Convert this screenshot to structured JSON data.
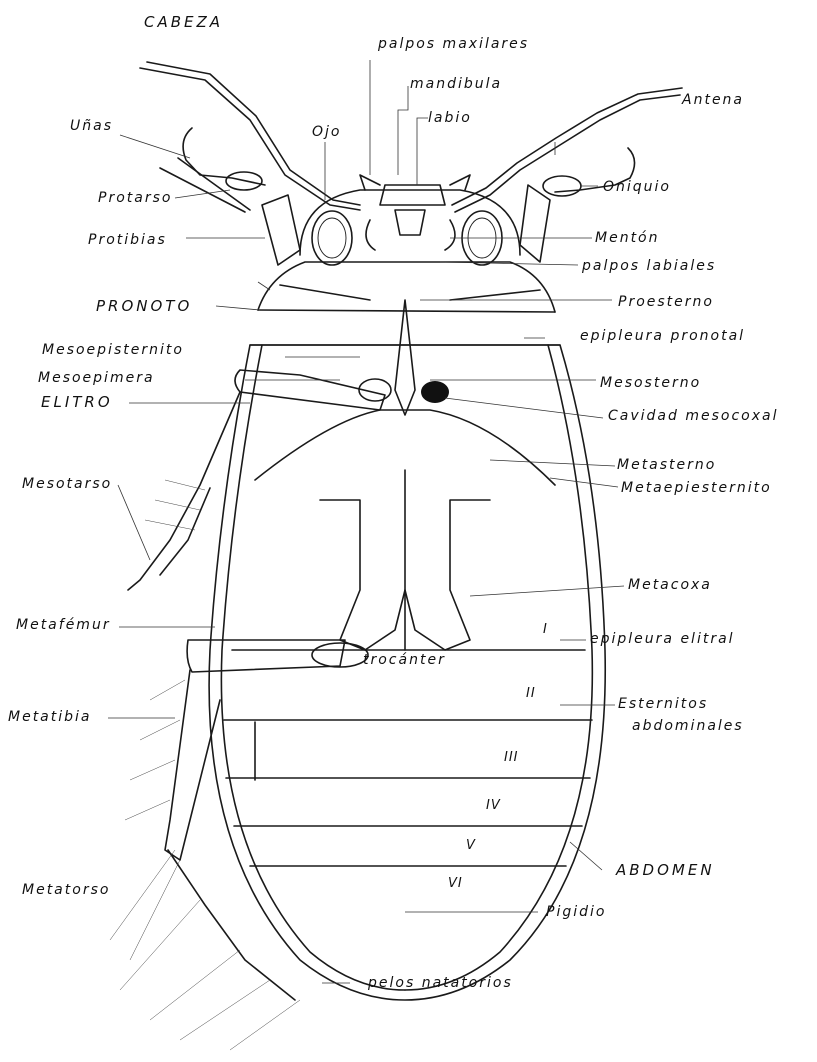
{
  "labels": {
    "cabeza": "CABEZA",
    "palpos_maxilares": "palpos maxilares",
    "mandibula": "mandibula",
    "antena": "Antena",
    "labio": "labio",
    "unas": "Uñas",
    "ojo": "Ojo",
    "protarso": "Protarso",
    "oniquio": "Oniquio",
    "protibias": "Protibias",
    "menton": "Mentón",
    "palpos_labiales": "palpos labiales",
    "pronoto": "PRONOTO",
    "proesterno": "Proesterno",
    "epipleura_pronotal": "epipleura pronotal",
    "mesoepisternito": "Mesoepisternito",
    "mesoepimera": "Mesoepimera",
    "mesosterno": "Mesosterno",
    "cavidad_mesocoxal": "Cavidad mesocoxal",
    "elitro": "ELITRO",
    "metasterno": "Metasterno",
    "mesotarso": "Mesotarso",
    "metaepiesternito": "Metaepiesternito",
    "metacoxa": "Metacoxa",
    "metafemur": "Metafémur",
    "epipleura_elitral": "epipleura elitral",
    "trocanter": "trocánter",
    "metatibia": "Metatibia",
    "esternitos_line1": "Esternitos",
    "esternitos_line2": "abdominales",
    "abdomen": "ABDOMEN",
    "metatorso": "Metatorso",
    "pigidio": "Pigidio",
    "pelos_natatorios": "pelos natatorios"
  },
  "segments": [
    "I",
    "II",
    "III",
    "IV",
    "V",
    "VI"
  ]
}
